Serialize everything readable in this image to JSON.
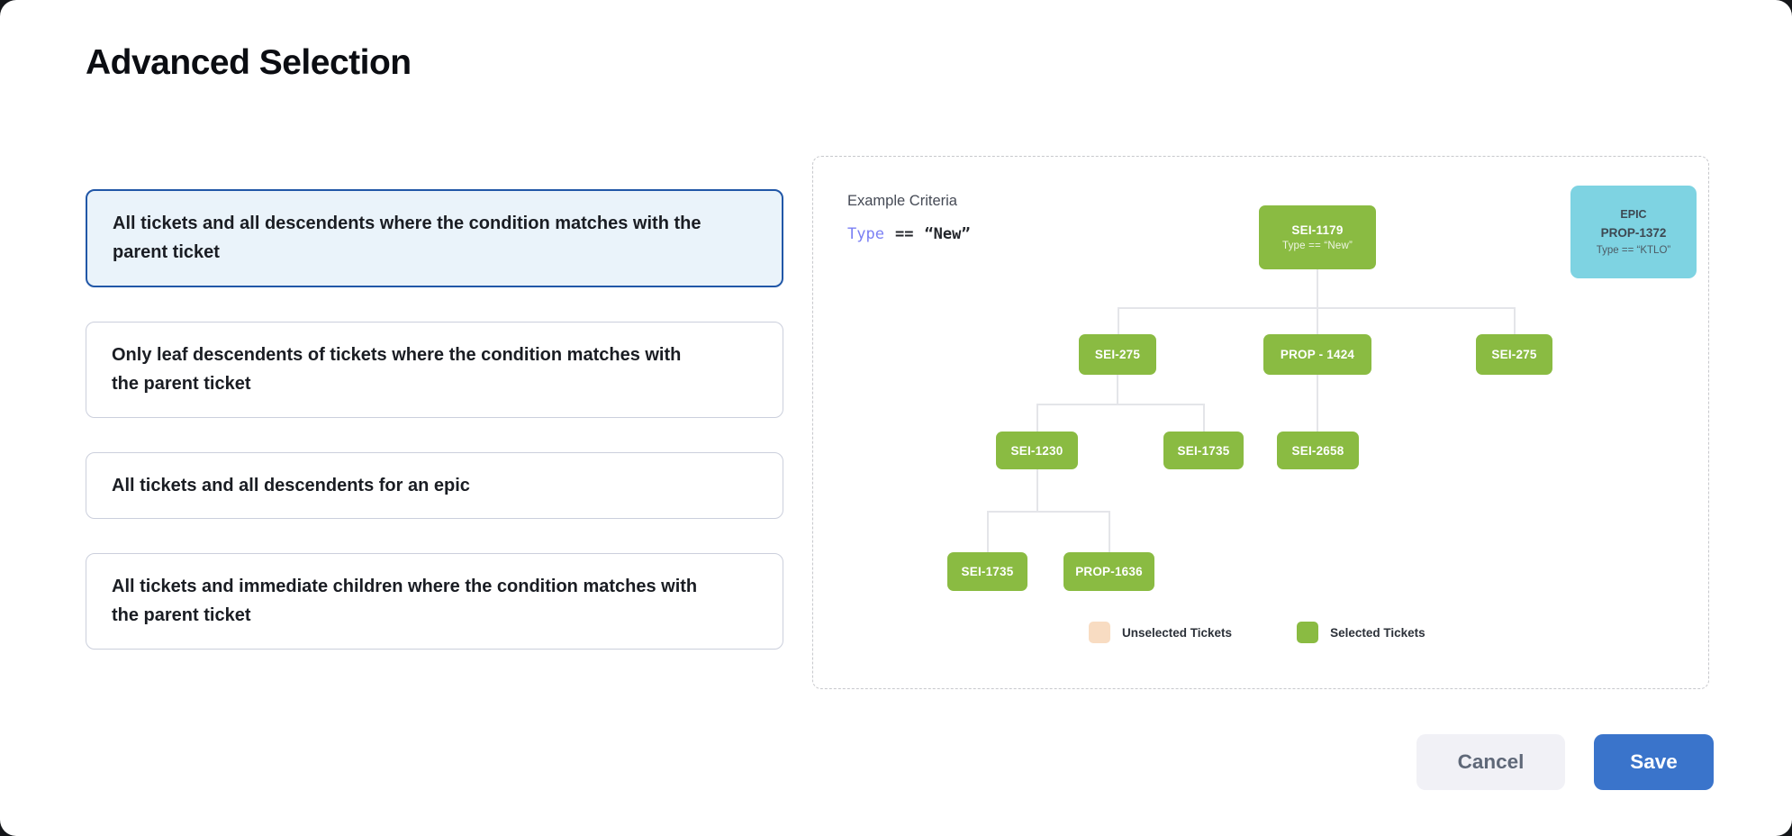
{
  "page": {
    "title": "Advanced Selection"
  },
  "options": [
    {
      "label": "All tickets and all descendents where the condition matches with the parent ticket",
      "selected": true
    },
    {
      "label": "Only leaf descendents of tickets where the condition matches with the parent ticket",
      "selected": false
    },
    {
      "label": "All tickets and all descendents for an epic",
      "selected": false
    },
    {
      "label": "All tickets and immediate children where the condition matches with the parent ticket",
      "selected": false
    }
  ],
  "preview": {
    "criteria_label": "Example Criteria",
    "criteria": {
      "field": "Type",
      "operator": "==",
      "value": "“New”"
    },
    "epic_card": {
      "type_label": "EPIC",
      "ticket": "PROP-1372",
      "condition": "Type == “KTLO”"
    },
    "tree": {
      "nodes": [
        {
          "label": "SEI-1179",
          "subtitle": "Type == “New”"
        },
        {
          "label": "SEI-275"
        },
        {
          "label": "PROP - 1424"
        },
        {
          "label": "SEI-275"
        },
        {
          "label": "SEI-1230"
        },
        {
          "label": "SEI-1735"
        },
        {
          "label": "SEI-2658"
        },
        {
          "label": "SEI-1735"
        },
        {
          "label": "PROP-1636"
        }
      ]
    },
    "legend": [
      {
        "label": "Unselected Tickets",
        "color": "#f8dcc2"
      },
      {
        "label": "Selected Tickets",
        "color": "#8abb42"
      }
    ]
  },
  "footer": {
    "cancel_label": "Cancel",
    "save_label": "Save"
  },
  "colors": {
    "selected_node": "#8abb42",
    "unselected_node": "#f8dcc2",
    "epic_card_bg": "#7ed3e2",
    "selected_card_border": "#2157a7",
    "selected_card_bg": "#eaf3fa",
    "save_button_bg": "#3a74cb",
    "criteria_field": "#7b80f4"
  }
}
